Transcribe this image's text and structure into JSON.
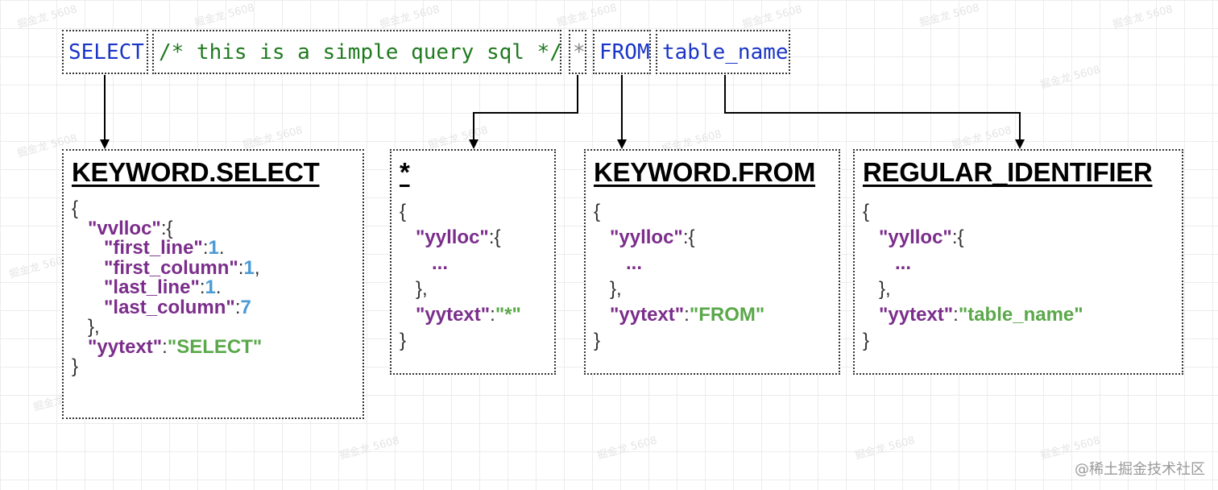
{
  "tokens": {
    "select": "SELECT",
    "comment": "/* this is a simple query sql */",
    "star": "*",
    "from": "FROM",
    "table": "table_name"
  },
  "nodes": {
    "select": {
      "title": "KEYWORD.SELECT",
      "open": "{",
      "yylloc_key": "\"vvlloc\"",
      "yylloc_open": ":{",
      "first_line_key": "\"first_line\"",
      "first_line_val": "1",
      "first_column_key": "\"first_column\"",
      "first_column_val": "1",
      "last_line_key": "\"last_line\"",
      "last_line_val": "1",
      "last_column_key": "\"last_column\"",
      "last_column_val": "7",
      "yylloc_close": "},",
      "yytext_key": "\"yytext\"",
      "yytext_val": "\"SELECT\"",
      "close": "}"
    },
    "star": {
      "title": "*",
      "open": "{",
      "yylloc_key": "\"yylloc\"",
      "yylloc_open": ":{",
      "ellipsis": "...",
      "yylloc_close": "},",
      "yytext_key": "\"yytext\"",
      "yytext_val": "\"*\"",
      "close": "}"
    },
    "from": {
      "title": "KEYWORD.FROM",
      "open": "{",
      "yylloc_key": "\"yylloc\"",
      "yylloc_open": ":{",
      "ellipsis": "...",
      "yylloc_close": "},",
      "yytext_key": "\"yytext\"",
      "yytext_val": "\"FROM\"",
      "close": "}"
    },
    "ident": {
      "title": "REGULAR_IDENTIFIER",
      "open": "{",
      "yylloc_key": "\"yylloc\"",
      "yylloc_open": ":{",
      "ellipsis": "...",
      "yylloc_close": "},",
      "yytext_key": "\"yytext\"",
      "yytext_val": "\"table_name\"",
      "close": "}"
    }
  },
  "watermark": "掘金龙 5608",
  "footer": "@稀土掘金技术社区",
  "colors": {
    "keyword_token": "#1a35c8",
    "comment_token": "#1f7a1f",
    "json_key": "#7b2d8b",
    "json_string": "#5aa84a",
    "json_number": "#4a9bd6"
  }
}
